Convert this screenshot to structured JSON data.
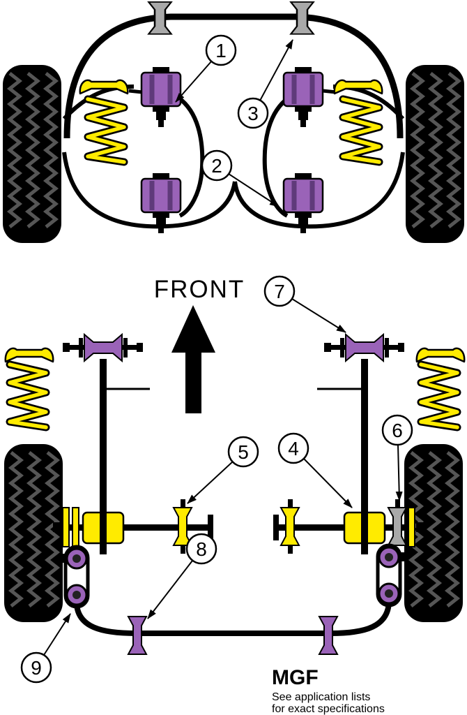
{
  "labels": {
    "front": "FRONT",
    "model": "MGF",
    "note_line1": "See application lists",
    "note_line2": "for exact specifications"
  },
  "callouts": [
    {
      "num": "1"
    },
    {
      "num": "2"
    },
    {
      "num": "3"
    },
    {
      "num": "4"
    },
    {
      "num": "5"
    },
    {
      "num": "6"
    },
    {
      "num": "7"
    },
    {
      "num": "8"
    },
    {
      "num": "9"
    }
  ],
  "colors": {
    "purple": "#9a63b8",
    "purple_dark": "#5f3a7a",
    "yellow": "#ffeb00",
    "gray": "#a9a9a9",
    "tread": "#565656",
    "line": "#000000",
    "background": "#ffffff"
  }
}
